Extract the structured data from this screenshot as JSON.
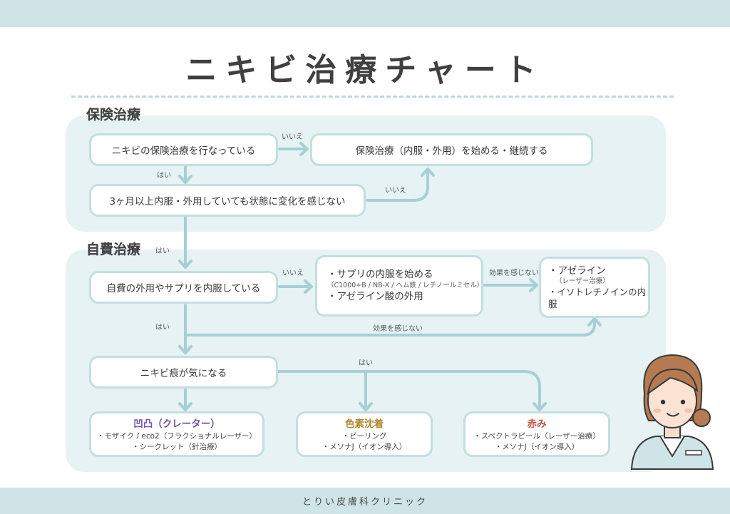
{
  "title": "ニキビ治療チャート",
  "footer": "とりい皮膚科クリニック",
  "colors": {
    "accent": "#a6d0d4",
    "panel": "#e6f2f3",
    "purple": "#6e55a3",
    "gold": "#b08a2e",
    "red": "#c2553f"
  },
  "sections": {
    "insurance": "保険治療",
    "self_pay": "自費治療"
  },
  "nodes": {
    "insurance_q": "ニキビの保険治療を行なっている",
    "insurance_start": "保険治療（内服・外用）を始める・継続する",
    "three_months_q": "3ヶ月以上内服・外用していても状態に変化を感じない",
    "selfpay_q": "自費の外用やサプリを内服している",
    "supplement": {
      "line1": "・サプリの内服を始める",
      "line2": "（C1000+B / NB-X / ヘム鉄 / レチノールミセル）",
      "line3": "・アゼライン酸の外用"
    },
    "azelain": {
      "line1": "・アゼライン",
      "line2": "（レーザー治療）",
      "line3": "・イソトレチノインの内服"
    },
    "scar_q": "ニキビ痕が気になる",
    "concave": {
      "title": "凹凸（クレーター）",
      "item1": "・モザイク / eco2（フラクショナルレーザー）",
      "item2": "・シークレット（針治療）"
    },
    "pigment": {
      "title": "色素沈着",
      "item1": "・ピーリング",
      "item2": "・メソナJ（イオン導入）"
    },
    "redness": {
      "title": "赤み",
      "item1": "・スペクトラピール（レーザー治療）",
      "item2": "・メソナJ（イオン導入）"
    }
  },
  "labels": {
    "no1": "いいえ",
    "yes1": "はい",
    "no2": "いいえ",
    "yes2": "はい",
    "no3": "いいえ",
    "no_effect1": "効果を感じない",
    "yes3": "はい",
    "no_effect2": "効果を感じない",
    "yes4": "はい"
  }
}
